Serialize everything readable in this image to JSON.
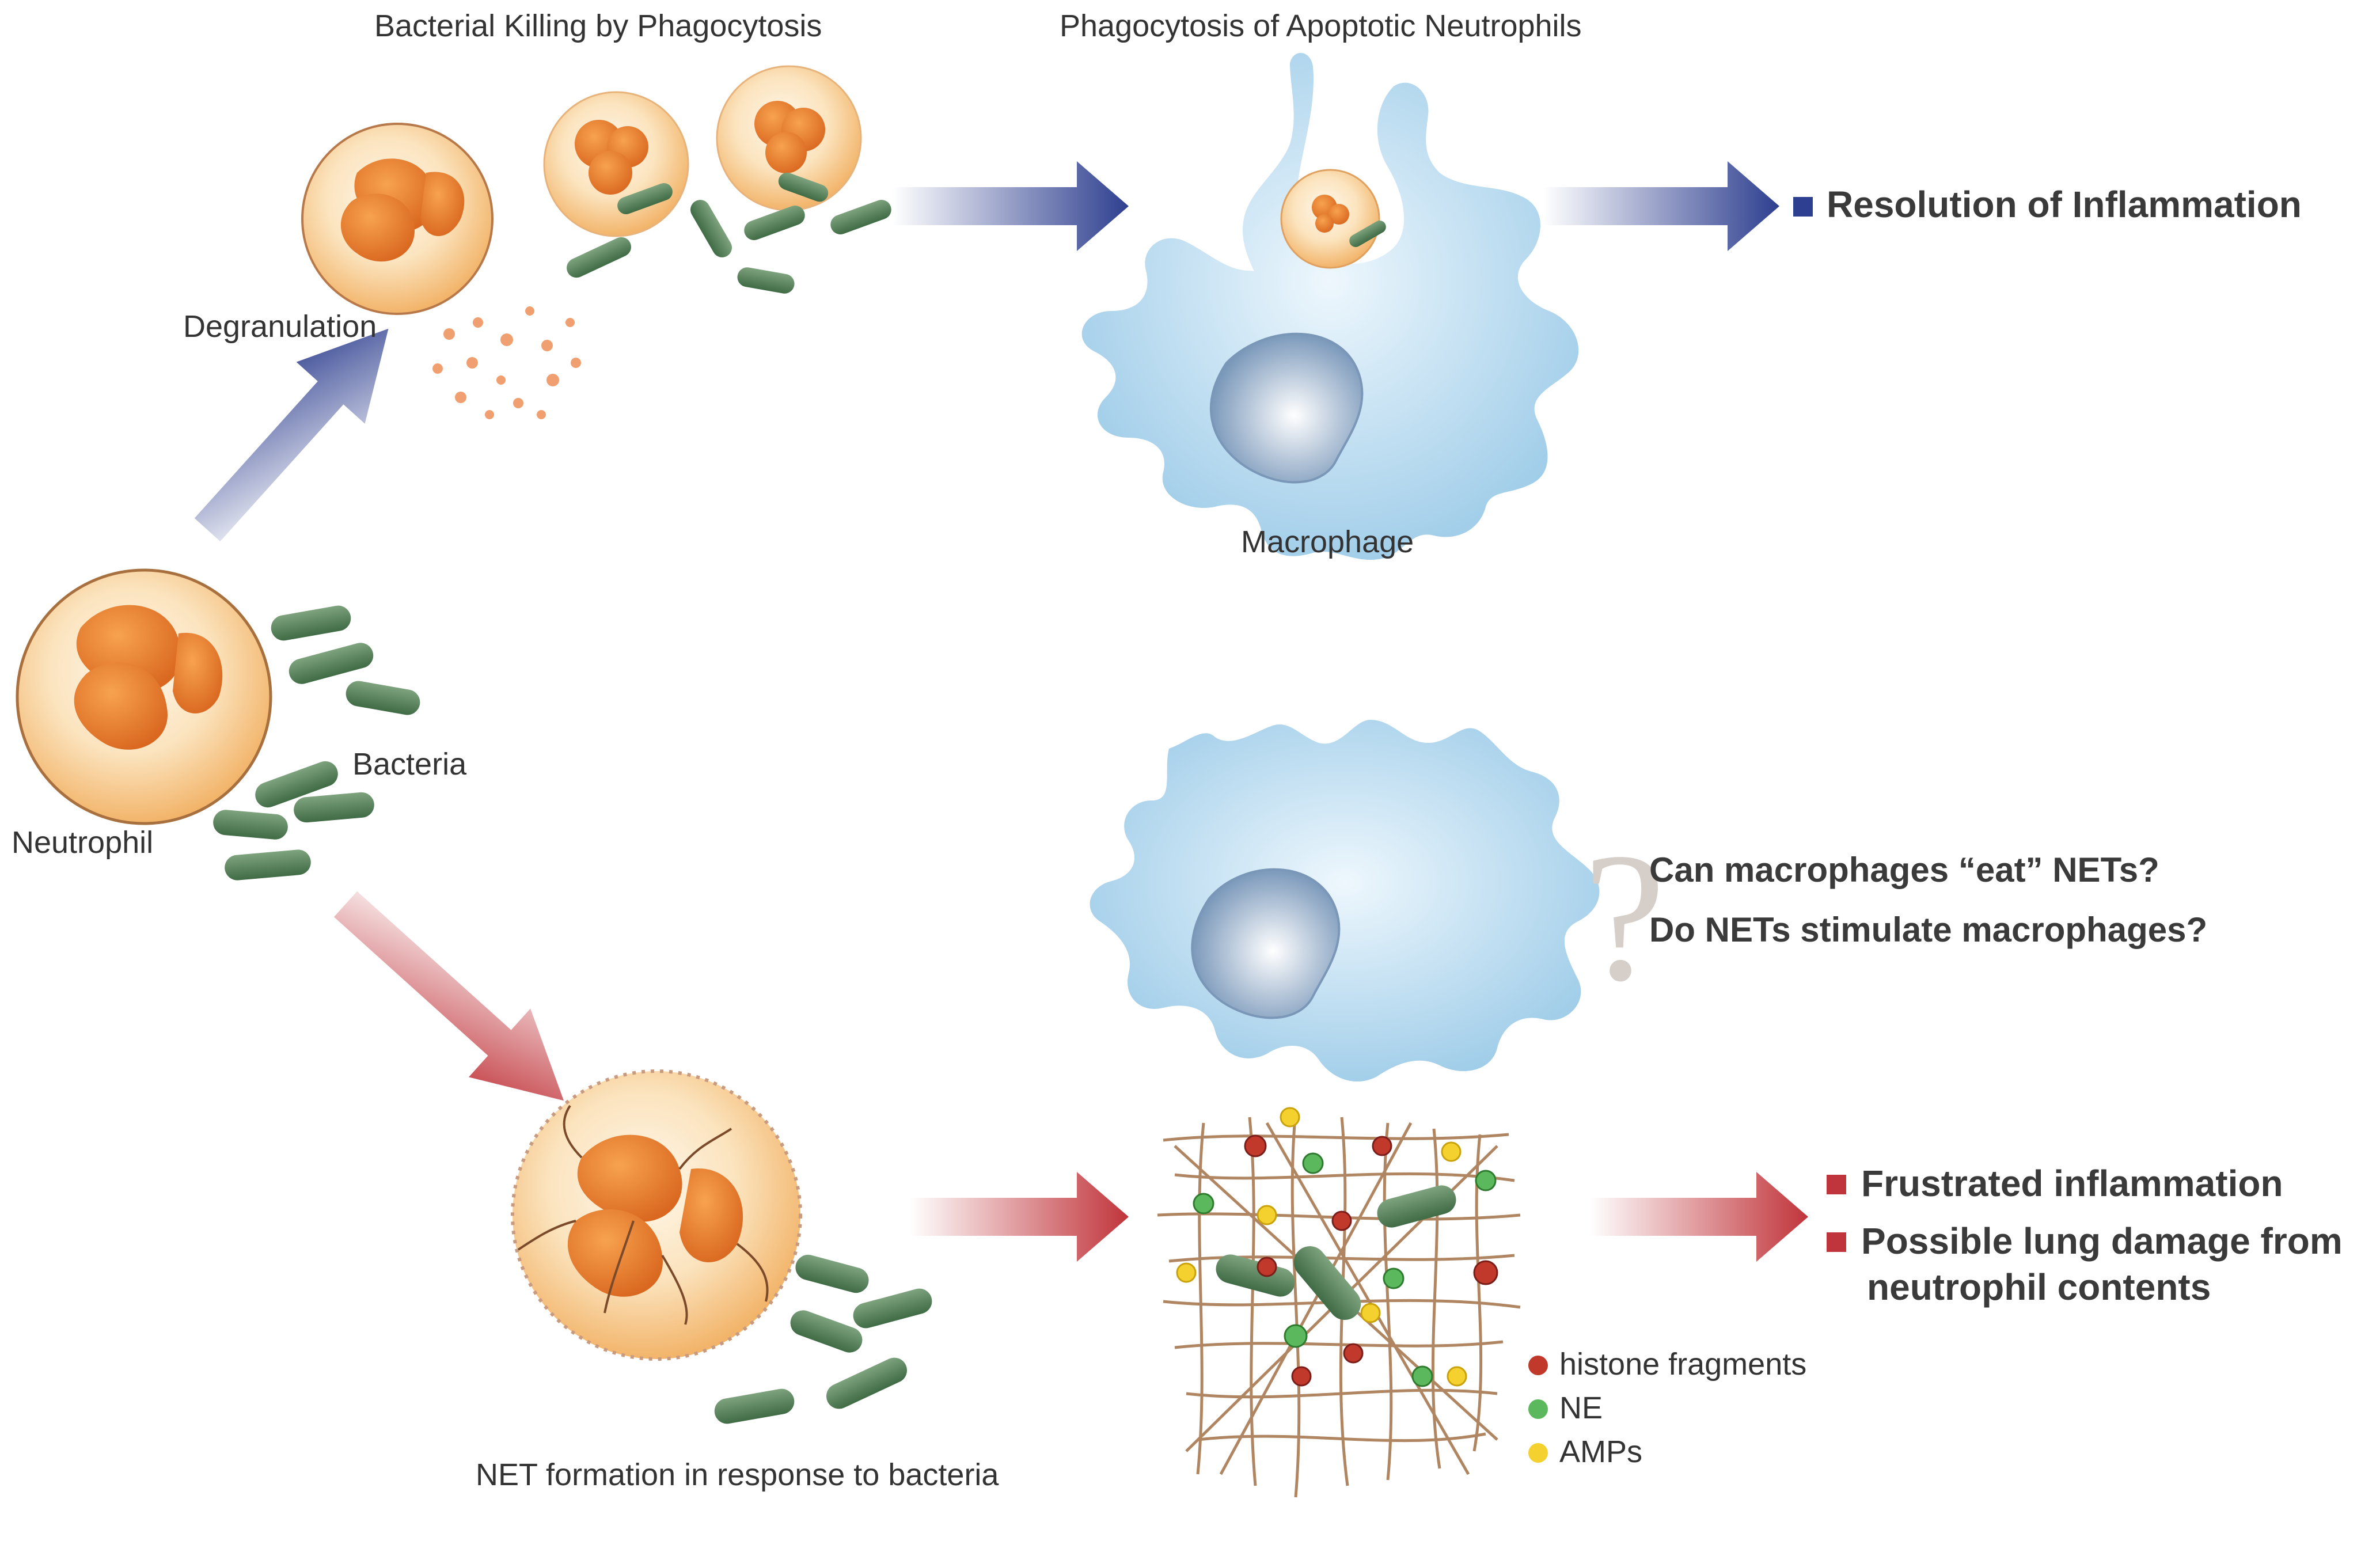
{
  "labels": {
    "bacterial_killing": "Bacterial Killing by Phagocytosis",
    "phagocytosis_apoptotic": "Phagocytosis of Apoptotic Neutrophils",
    "degranulation": "Degranulation",
    "macrophage": "Macrophage",
    "bacteria": "Bacteria",
    "neutrophil": "Neutrophil",
    "net_formation": "NET formation in response to bacteria"
  },
  "outcomes": {
    "resolution": "Resolution of Inflammation",
    "frustrated": "Frustrated inflammation",
    "lung_damage_line1": "Possible lung damage from",
    "lung_damage_line2": "neutrophil contents"
  },
  "questions": {
    "q1": "Can macrophages “eat” NETs?",
    "q2": "Do NETs stimulate macrophages?",
    "mark": "?"
  },
  "legend": [
    {
      "label": "histone fragments",
      "color": "#c0392b"
    },
    {
      "label": "NE",
      "color": "#5cb85c"
    },
    {
      "label": "AMPs",
      "color": "#f5d130"
    }
  ],
  "colors": {
    "blue_path": "#2e3f8f",
    "red_path": "#c0353b",
    "bacteria": "#5e8a5e",
    "macrophage": "#aed4ec",
    "neutrophil": "#f6cf9a",
    "nucleus": "#e8883a",
    "net_fiber": "#b08562"
  }
}
